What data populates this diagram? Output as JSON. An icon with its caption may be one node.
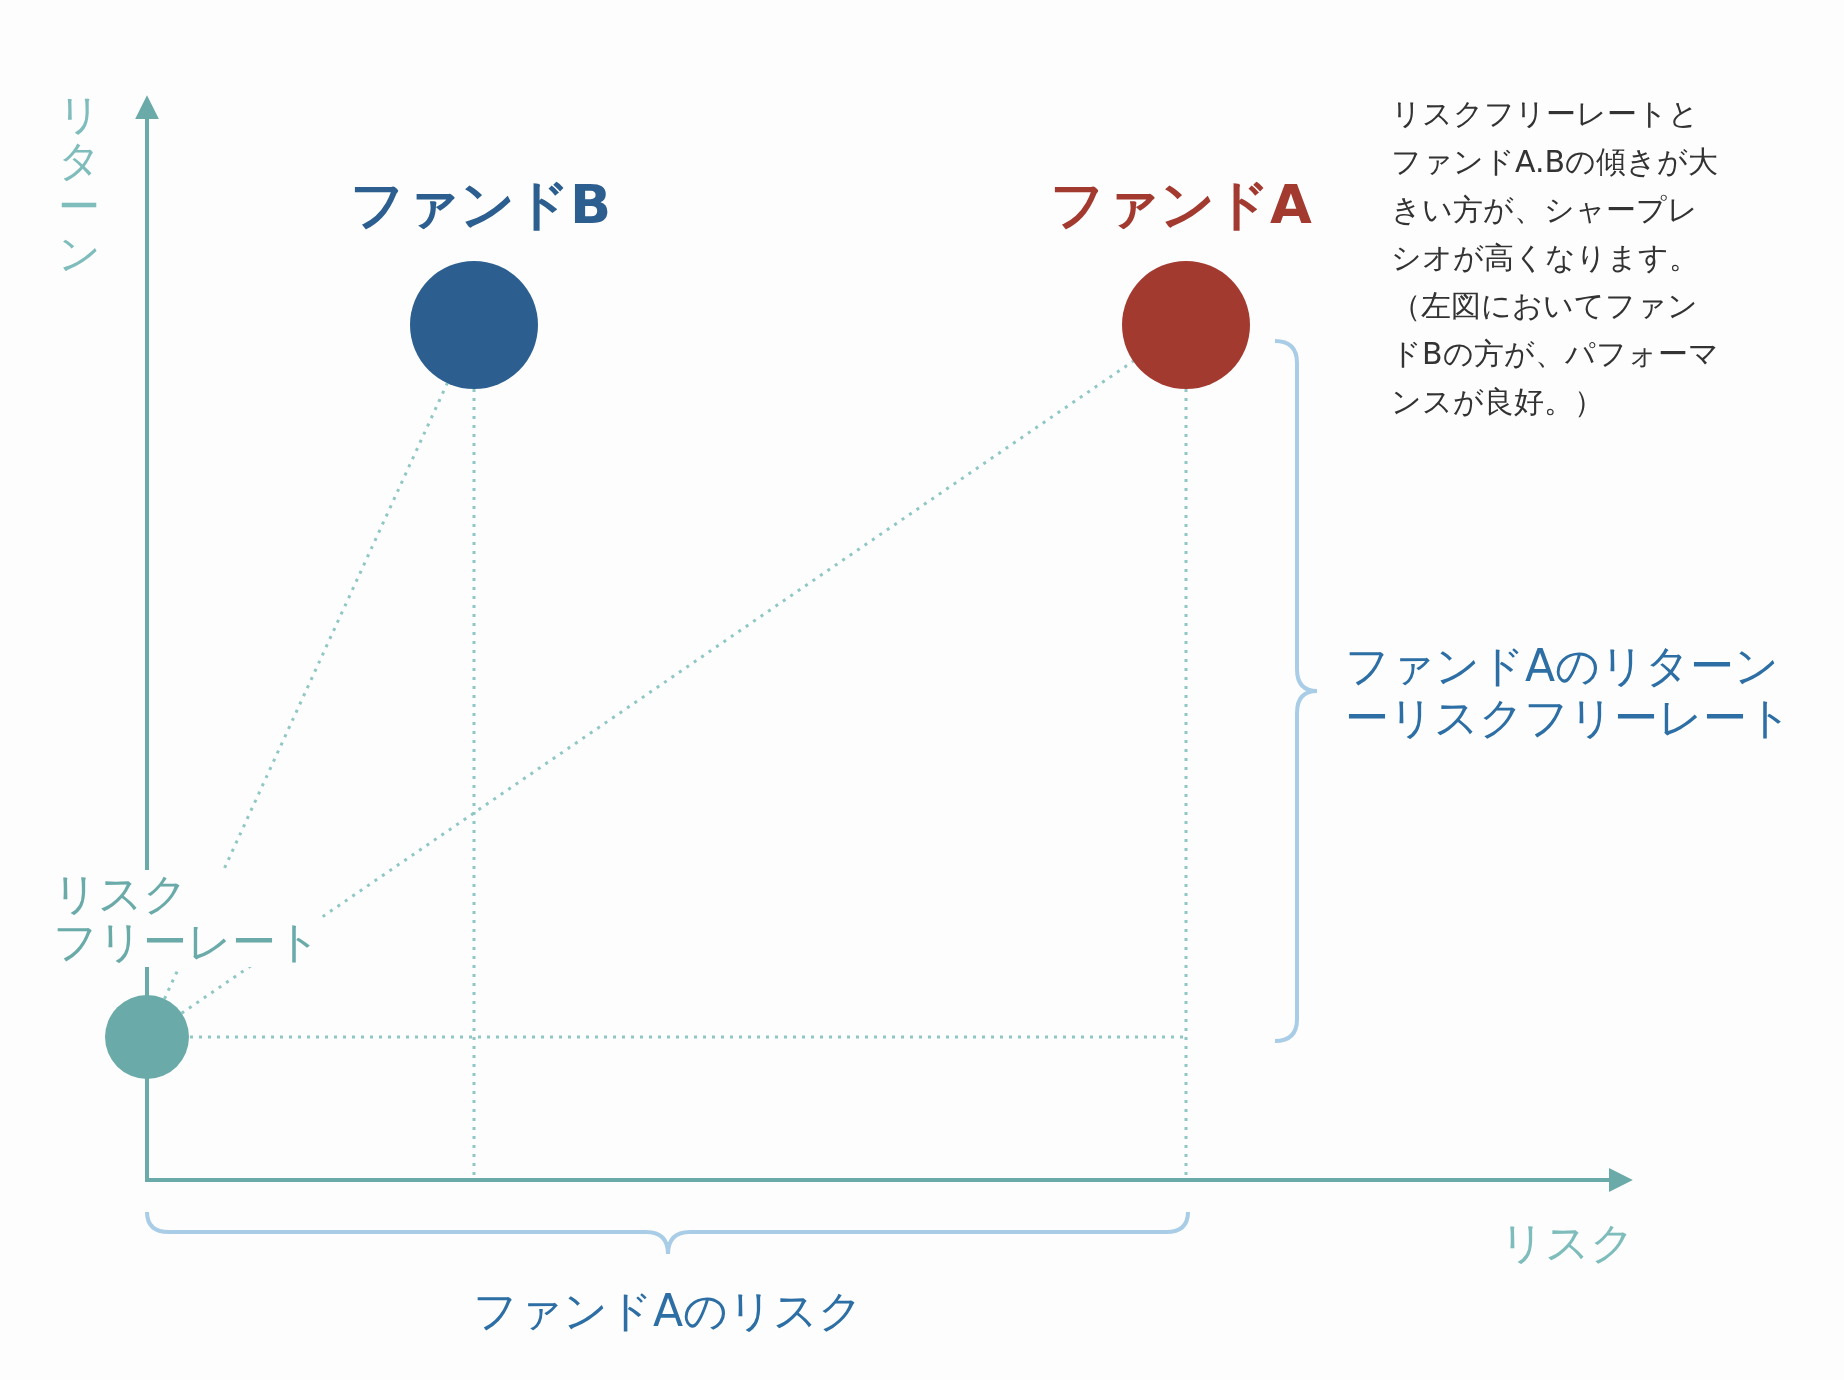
{
  "diagram": {
    "nodes": [
      {
        "text": [
          "ファンドB"
        ]
      },
      {
        "text": [
          "ファンドA"
        ]
      },
      {
        "text": [
          "リスクフリーレート"
        ]
      }
    ],
    "edges": [
      {
        "from": 2,
        "to": 0,
        "arrow": "none"
      },
      {
        "from": 2,
        "to": 1,
        "arrow": "none"
      }
    ],
    "labels": [
      "リターン",
      "リスク",
      "リスクフリーレートとファンドA.Bの傾きが大きい方が、シャープレシオが高くなります。",
      "（左図においてファンドBの方が、パフォーマンスが良好。）",
      "ファンドAのリターンーリスクフリーレート",
      "ファンドAのリスク"
    ]
  }
}
